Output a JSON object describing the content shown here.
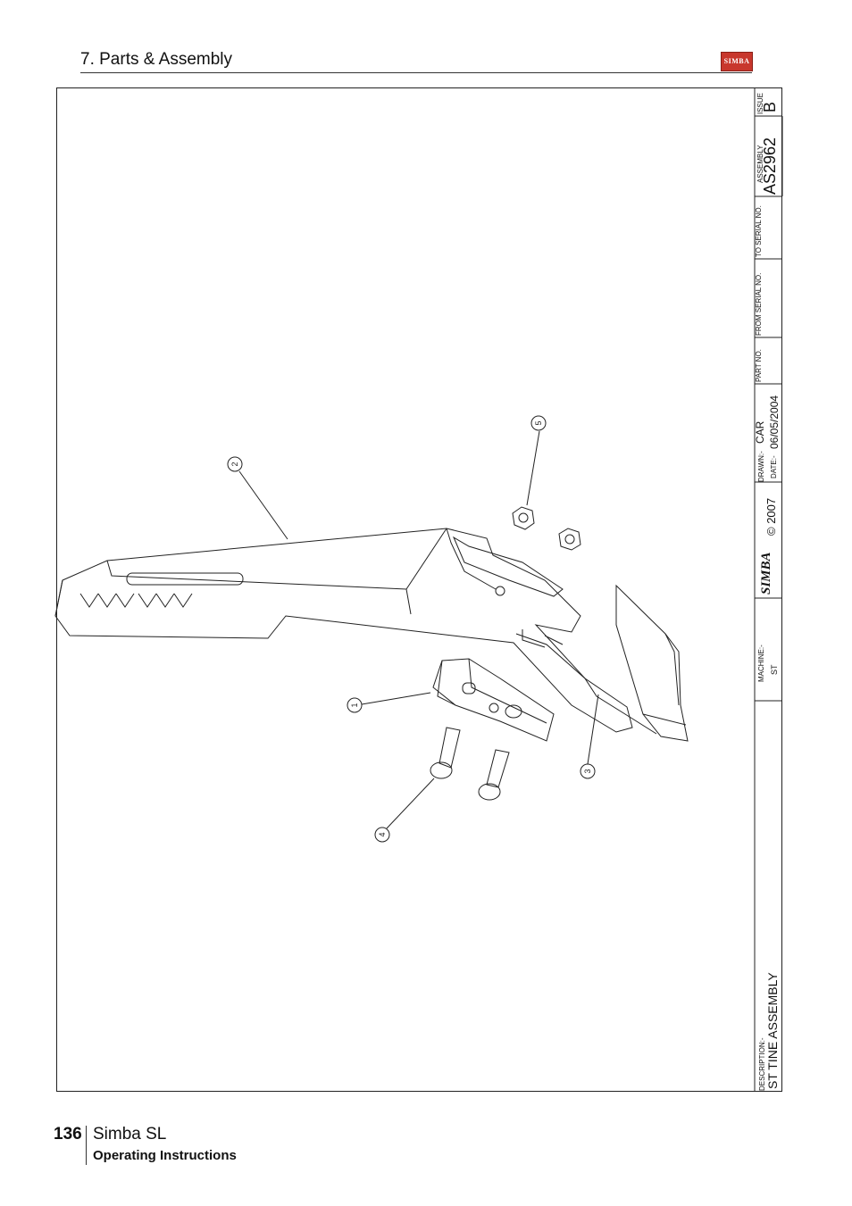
{
  "header": {
    "section_title": "7. Parts & Assembly",
    "logo_text": "SIMBA"
  },
  "title_block": {
    "issue_label": "ISSUE",
    "issue_value": "B",
    "assembly_label": "ASSEMBLY",
    "assembly_value": "AS2962",
    "to_serial_label": "TO SERIAL NO.",
    "from_serial_label": "FROM SERIAL NO.",
    "part_no_label": "PART NO.",
    "drawn_label": "DRAWN:-",
    "drawn_value": "CAR",
    "date_label": "DATE:-",
    "date_value": "06/05/2004",
    "brand": "SIMBA",
    "copyright": "© 2007",
    "machine_label": "MACHINE:-",
    "machine_value": "ST",
    "description_label": "DESCRIPTION:-",
    "description_value": "ST TINE ASSEMBLY"
  },
  "balloons": [
    "1",
    "2",
    "3",
    "4",
    "5"
  ],
  "footer": {
    "page_number": "136",
    "product": "Simba SL",
    "subtitle": "Operating Instructions"
  },
  "colors": {
    "logo_red": "#c8372d",
    "line": "#222222"
  }
}
